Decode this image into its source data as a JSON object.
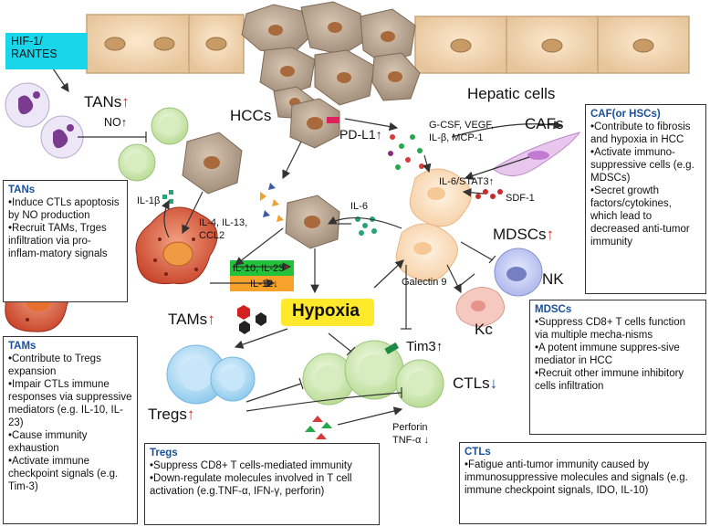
{
  "hif_rantes": "HIF-1/\nRANTES",
  "labels": {
    "tans": "TANs",
    "no": "NO",
    "hccs": "HCCs",
    "hepatic": "Hepatic cells",
    "pdl1": "PD-L1",
    "gcsf": "G-CSF, VEGF,",
    "il1b_mcp": "IL-β, MCP-1",
    "cafs": "CAFs",
    "il6stat3": "IL-6/STAT3",
    "sdf1": "SDF-1",
    "il1beta": "IL-1β",
    "il4": "IL-4, IL-13,",
    "ccl2": "CCL2",
    "il6": "IL-6",
    "mdscs": "MDSCs",
    "nk": "NK",
    "il10_il23": "IL-10, IL-23",
    "il12": "IL-12",
    "galectin": "Galectin 9",
    "tams": "TAMs",
    "hypoxia": "Hypoxia",
    "kc": "Kc",
    "tim3": "Tim3",
    "ctls": "CTLs",
    "tregs": "Tregs",
    "perforin": "Perforin",
    "tnfa": "TNF-α"
  },
  "boxes": {
    "tans": {
      "title": "TANs",
      "items": [
        "Induce CTLs apoptosis by NO production",
        "Recruit TAMs, Trges infiltration via pro-inflam-matory signals"
      ]
    },
    "caf": {
      "title": "CAF(or HSCs)",
      "items": [
        "Contribute to fibrosis and hypoxia in HCC",
        "Activate immuno-suppressive cells (e.g. MDSCs)",
        "Secret growth factors/cytokines, which lead to decreased anti-tumor immunity"
      ]
    },
    "tams": {
      "title": "TAMs",
      "items": [
        "Contribute to Tregs expansion",
        "Impair CTLs immune responses via suppressive mediators (e.g. IL-10, IL-23)",
        "Cause immunity exhaustion",
        "Activate immune checkpoint signals (e.g. Tim-3)"
      ]
    },
    "mdscs": {
      "title": "MDSCs",
      "items": [
        "Suppress CD8+ T cells function via multiple mecha-nisms",
        "A potent immune suppres-sive mediator in HCC",
        "Recruit other immune inhibitory cells infiltration"
      ]
    },
    "tregs": {
      "title": "Tregs",
      "items": [
        "Suppress CD8+ T cells-mediated immunity",
        "Down-regulate molecules involved in T cell activation (e.g.TNF-α, IFN-γ, perforin)"
      ]
    },
    "ctls": {
      "title": "CTLs",
      "items": [
        "Fatigue anti-tumor immunity caused by immunosuppressive molecules and signals (e.g. immune checkpoint signals, IDO, IL-10)"
      ]
    }
  },
  "colors": {
    "cyan": "#19d6ea",
    "hypoxia": "#ffe92a",
    "green_bar": "#22c23a",
    "orange_bar": "#f7a22b",
    "up_red": "#dd2222"
  }
}
